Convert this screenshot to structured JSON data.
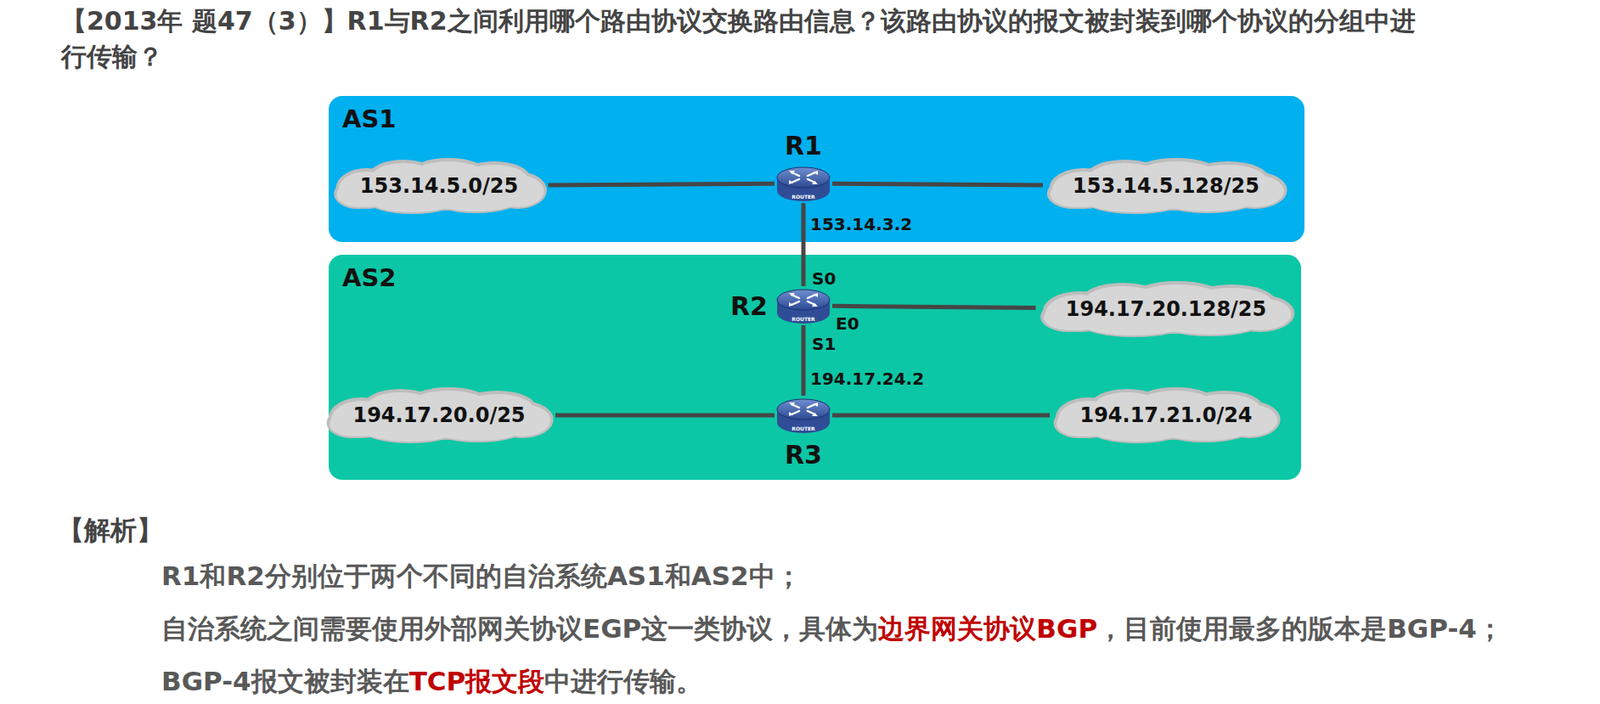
{
  "diagram": {
    "title": "【2013年 题47（3）】R1与R2之间利用哪个路由协议交换路由信息？该路由协议的报文被封装到哪个协议的分组中进行传输？",
    "nodes": [
      {
        "text": [
          "AS1"
        ]
      },
      {
        "text": [
          "153.14.5.0/25"
        ],
        "in": 0
      },
      {
        "text": [
          "R1",
          "ROUTER"
        ],
        "in": 0
      },
      {
        "text": [
          "153.14.5.128/25"
        ],
        "in": 0
      },
      {
        "text": [
          "AS2"
        ]
      },
      {
        "text": [
          "R2",
          "ROUTER"
        ],
        "in": 4
      },
      {
        "text": [
          "194.17.20.128/25"
        ],
        "in": 4
      },
      {
        "text": [
          "194.17.20.0/25"
        ],
        "in": 4
      },
      {
        "text": [
          "R3",
          "ROUTER"
        ],
        "in": 4
      },
      {
        "text": [
          "194.17.21.0/24"
        ],
        "in": 4
      }
    ],
    "edges": [
      {
        "from": 1,
        "to": 2,
        "arrow": "none"
      },
      {
        "from": 2,
        "to": 3,
        "arrow": "none"
      },
      {
        "from": 2,
        "to": 5,
        "arrow": "none"
      },
      {
        "from": 5,
        "to": 6,
        "arrow": "none"
      },
      {
        "from": 5,
        "to": 8,
        "arrow": "none"
      },
      {
        "from": 7,
        "to": 8,
        "arrow": "none"
      },
      {
        "from": 8,
        "to": 9,
        "arrow": "none"
      }
    ],
    "labels": [
      "153.14.3.2",
      "S0",
      "E0",
      "S1",
      "194.17.24.2",
      "【解析】",
      "R1和R2分别位于两个不同的自治系统AS1和AS2中；",
      "自治系统之间需要使用外部网关协议EGP这一类协议，具体为",
      "边界网关协议BGP",
      "，目前使用最多的版本是BGP-4；",
      "BGP-4报文被封装在",
      "TCP报文段",
      "中进行传输。"
    ]
  }
}
